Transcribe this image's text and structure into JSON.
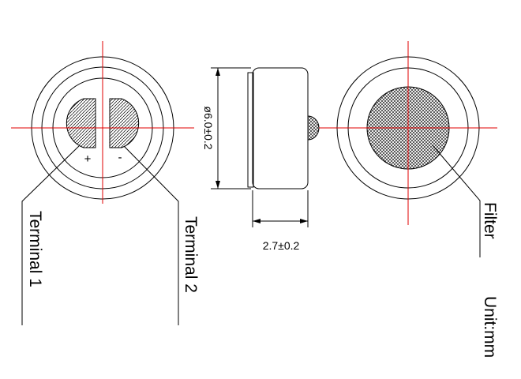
{
  "labels": {
    "terminal1": "Terminal 1",
    "terminal2": "Terminal 2",
    "plus": "+",
    "minus": "-",
    "filter": "Filter",
    "unit": "Unit:mm",
    "diameter": "ø6.0±0.2",
    "thickness": "2.7±0.2"
  },
  "colors": {
    "outline": "#000000",
    "centerline": "#e00000",
    "background": "#ffffff"
  }
}
